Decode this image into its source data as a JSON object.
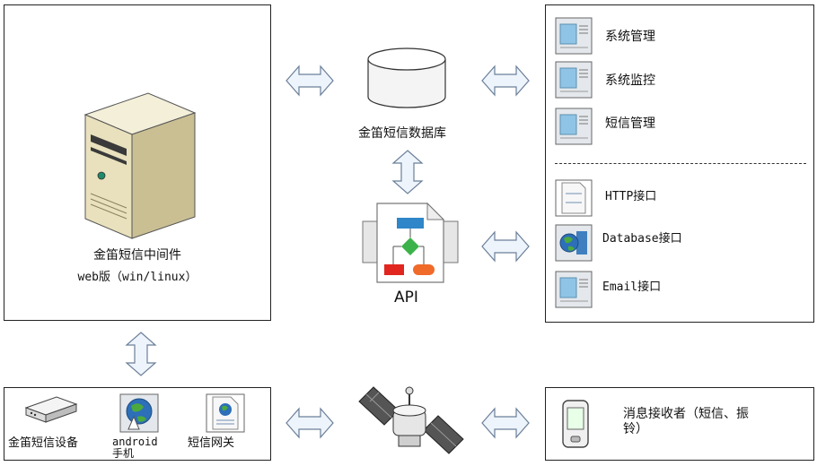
{
  "server": {
    "title_line1": "金笛短信中间件",
    "title_line2": "web版（win/linux）"
  },
  "database": {
    "label": "金笛短信数据库"
  },
  "api": {
    "label": "API"
  },
  "modules": {
    "items": [
      {
        "label": "系统管理",
        "icon": "window-icon"
      },
      {
        "label": "系统监控",
        "icon": "window-icon"
      },
      {
        "label": "短信管理",
        "icon": "window-icon"
      }
    ],
    "interfaces": [
      {
        "label": "HTTP接口",
        "icon": "html-document-icon"
      },
      {
        "label": "Database接口",
        "icon": "globe-window-icon"
      },
      {
        "label": "Email接口",
        "icon": "window-icon"
      }
    ]
  },
  "devices": {
    "items": [
      {
        "label": "金笛短信设备"
      },
      {
        "label": "android\n手机"
      },
      {
        "label": "短信网关"
      }
    ]
  },
  "receiver": {
    "label_line1": "消息接收者（短信、振",
    "label_line2": "铃）"
  }
}
